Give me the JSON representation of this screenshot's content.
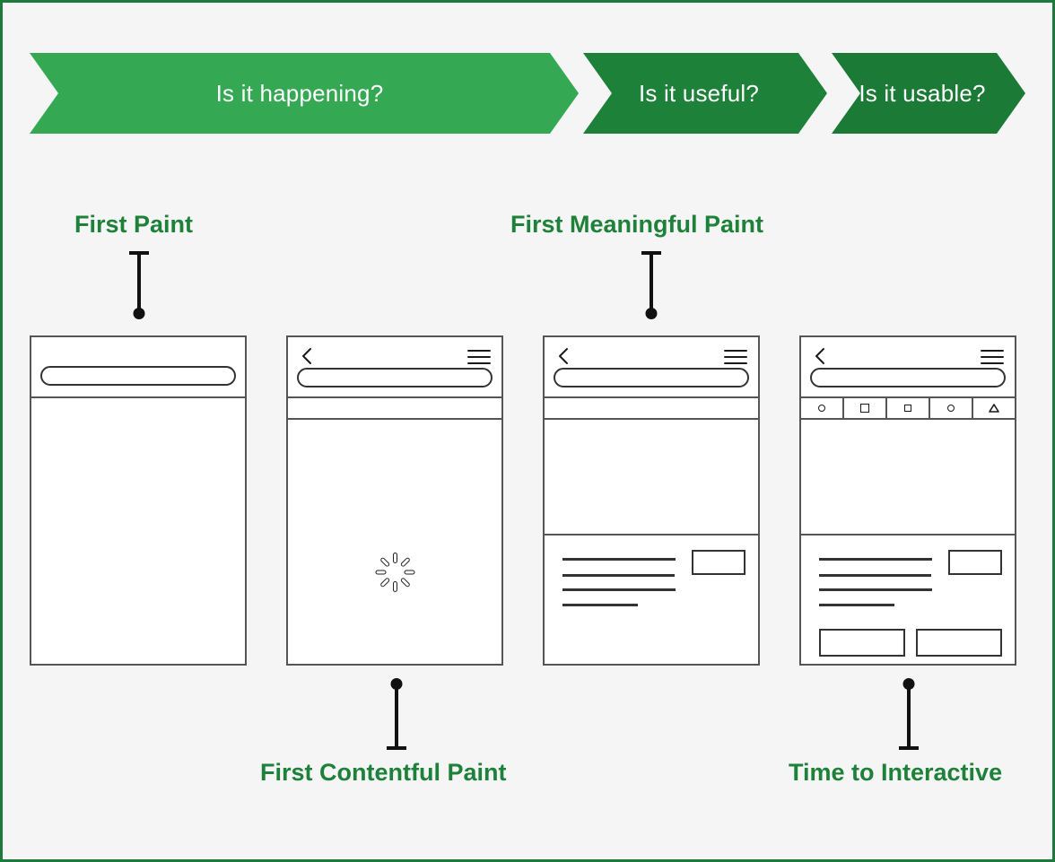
{
  "theme": {
    "page_background": "#f5f5f5",
    "page_border": "#1e7a3c",
    "accent_green": "#1e8139",
    "banner_green_light": "#34a853",
    "banner_green_mid": "#1e8139",
    "banner_green_dark": "#1b7a35",
    "line_color": "#333333",
    "mock_border": "#555555"
  },
  "banner": {
    "segments": [
      {
        "label": "Is it happening?",
        "color": "#34a853"
      },
      {
        "label": "Is it useful?",
        "color": "#1e8139"
      },
      {
        "label": "Is it usable?",
        "color": "#1b7a35"
      }
    ]
  },
  "metrics": {
    "first_paint": "First Paint",
    "first_meaningful_paint": "First Meaningful Paint",
    "first_contentful_paint": "First Contentful Paint",
    "time_to_interactive": "Time to Interactive"
  },
  "phones": [
    {
      "id": "phone-first-paint",
      "has_back": false,
      "has_menu": false,
      "has_urlbar": true,
      "has_tabstrip": false,
      "has_strip": false,
      "has_spinner": false,
      "has_content": false,
      "has_buttons": false
    },
    {
      "id": "phone-first-contentful-paint",
      "has_back": true,
      "has_menu": true,
      "has_urlbar": true,
      "has_tabstrip": false,
      "has_strip": true,
      "has_spinner": true,
      "has_content": false,
      "has_buttons": false
    },
    {
      "id": "phone-first-meaningful-paint",
      "has_back": true,
      "has_menu": true,
      "has_urlbar": true,
      "has_tabstrip": false,
      "has_strip": true,
      "has_spinner": false,
      "has_content": true,
      "has_buttons": false
    },
    {
      "id": "phone-time-to-interactive",
      "has_back": true,
      "has_menu": true,
      "has_urlbar": true,
      "has_tabstrip": true,
      "has_strip": false,
      "has_spinner": false,
      "has_content": true,
      "has_buttons": true
    }
  ],
  "tabstrip": {
    "icons": [
      "circle-icon",
      "square-icon",
      "square-small-icon",
      "circle-icon",
      "triangle-icon"
    ]
  },
  "spinner": {
    "spoke_count": 8
  }
}
